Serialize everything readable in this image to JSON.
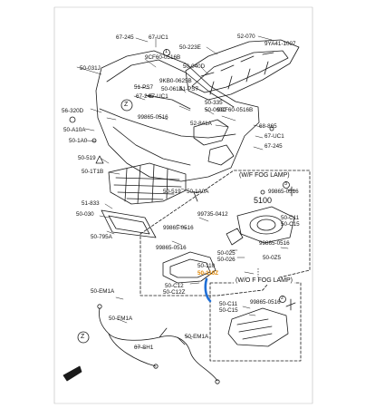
{
  "diagram": {
    "labels": [
      {
        "id": "67-245-top",
        "text": "67-245"
      },
      {
        "id": "67-uc1-top",
        "text": "67-UC1"
      },
      {
        "id": "50-223e",
        "text": "50-223E"
      },
      {
        "id": "52-070",
        "text": "52-070"
      },
      {
        "id": "9ya41-1007",
        "text": "9YA41-1007"
      },
      {
        "id": "9cf60-0516b",
        "text": "9CF60-0516B"
      },
      {
        "id": "50-031j",
        "text": "50-031J"
      },
      {
        "id": "50-040d",
        "text": "50-040D"
      },
      {
        "id": "51-ps7-l",
        "text": "51-PS7"
      },
      {
        "id": "9kb0-0625b",
        "text": "9KB0-0625B"
      },
      {
        "id": "50-061a",
        "text": "50-061A"
      },
      {
        "id": "51-ps7-r",
        "text": "51-PS7"
      },
      {
        "id": "67-245-mid",
        "text": "67-245"
      },
      {
        "id": "67-uc1-mid",
        "text": "67-UC1"
      },
      {
        "id": "50-335",
        "text": "50-335"
      },
      {
        "id": "50-060c",
        "text": "50-060C"
      },
      {
        "id": "56-320d",
        "text": "56-320D"
      },
      {
        "id": "9cf60-0516b-r",
        "text": "9CF60-0516B"
      },
      {
        "id": "99865-0516-a",
        "text": "99865-0516"
      },
      {
        "id": "68-865",
        "text": "68-865"
      },
      {
        "id": "50-a10a",
        "text": "50-A10A"
      },
      {
        "id": "52-841a",
        "text": "52-841A"
      },
      {
        "id": "67-uc1-r",
        "text": "67-UC1"
      },
      {
        "id": "50-1a0",
        "text": "50-1A0"
      },
      {
        "id": "67-245-r",
        "text": "67-245"
      },
      {
        "id": "50-519-a",
        "text": "50-519"
      },
      {
        "id": "50-1t1b",
        "text": "50-1T1B"
      },
      {
        "id": "50-519-b",
        "text": "50-519"
      },
      {
        "id": "50-1a0a",
        "text": "50-1A0A"
      },
      {
        "id": "51-833",
        "text": "51-833"
      },
      {
        "id": "50-030",
        "text": "50-030"
      },
      {
        "id": "50-795a",
        "text": "50-795A"
      },
      {
        "id": "99735-0412",
        "text": "99735-0412"
      },
      {
        "id": "99865-0516-b",
        "text": "99865-0516"
      },
      {
        "id": "99865-0516-c",
        "text": "99865-0516"
      },
      {
        "id": "50-025",
        "text": "50-025"
      },
      {
        "id": "50-026",
        "text": "50-026"
      },
      {
        "id": "50-0z5",
        "text": "50-0Z5"
      },
      {
        "id": "99865-0516-d",
        "text": "99865-0516"
      },
      {
        "id": "50-c11-a",
        "text": "50-C11"
      },
      {
        "id": "50-c15-a",
        "text": "50-C15"
      },
      {
        "id": "99865-0516-e",
        "text": "99865-0516"
      },
      {
        "id": "50-110",
        "text": "50-110"
      },
      {
        "id": "50-110z",
        "text": "50-110Z"
      },
      {
        "id": "50-c12",
        "text": "50-C12"
      },
      {
        "id": "50-c12z",
        "text": "50-C12Z"
      },
      {
        "id": "50-c11-b",
        "text": "50-C11"
      },
      {
        "id": "50-c15-b",
        "text": "50-C15"
      },
      {
        "id": "99865-0516-f",
        "text": "99865-0516"
      },
      {
        "id": "50-em1a-a",
        "text": "50-EM1A"
      },
      {
        "id": "50-em1a-b",
        "text": "50-EM1A"
      },
      {
        "id": "50-em1a-c",
        "text": "50-EM1A"
      },
      {
        "id": "67-sh1",
        "text": "67-SH1"
      }
    ],
    "boxes": {
      "with_fog": {
        "title": "(W/F FOG LAMP)",
        "part": "5100"
      },
      "without_fog": {
        "title": "(W/O F FOG LAMP)"
      }
    },
    "symbols": {
      "z1": "Z",
      "z2": "Z",
      "num1": "1",
      "num2": "2",
      "num3": "3"
    },
    "colors": {
      "ink": "#1a1a1a",
      "highlight": "#e08600",
      "pointer": "#1f6fd6"
    }
  }
}
